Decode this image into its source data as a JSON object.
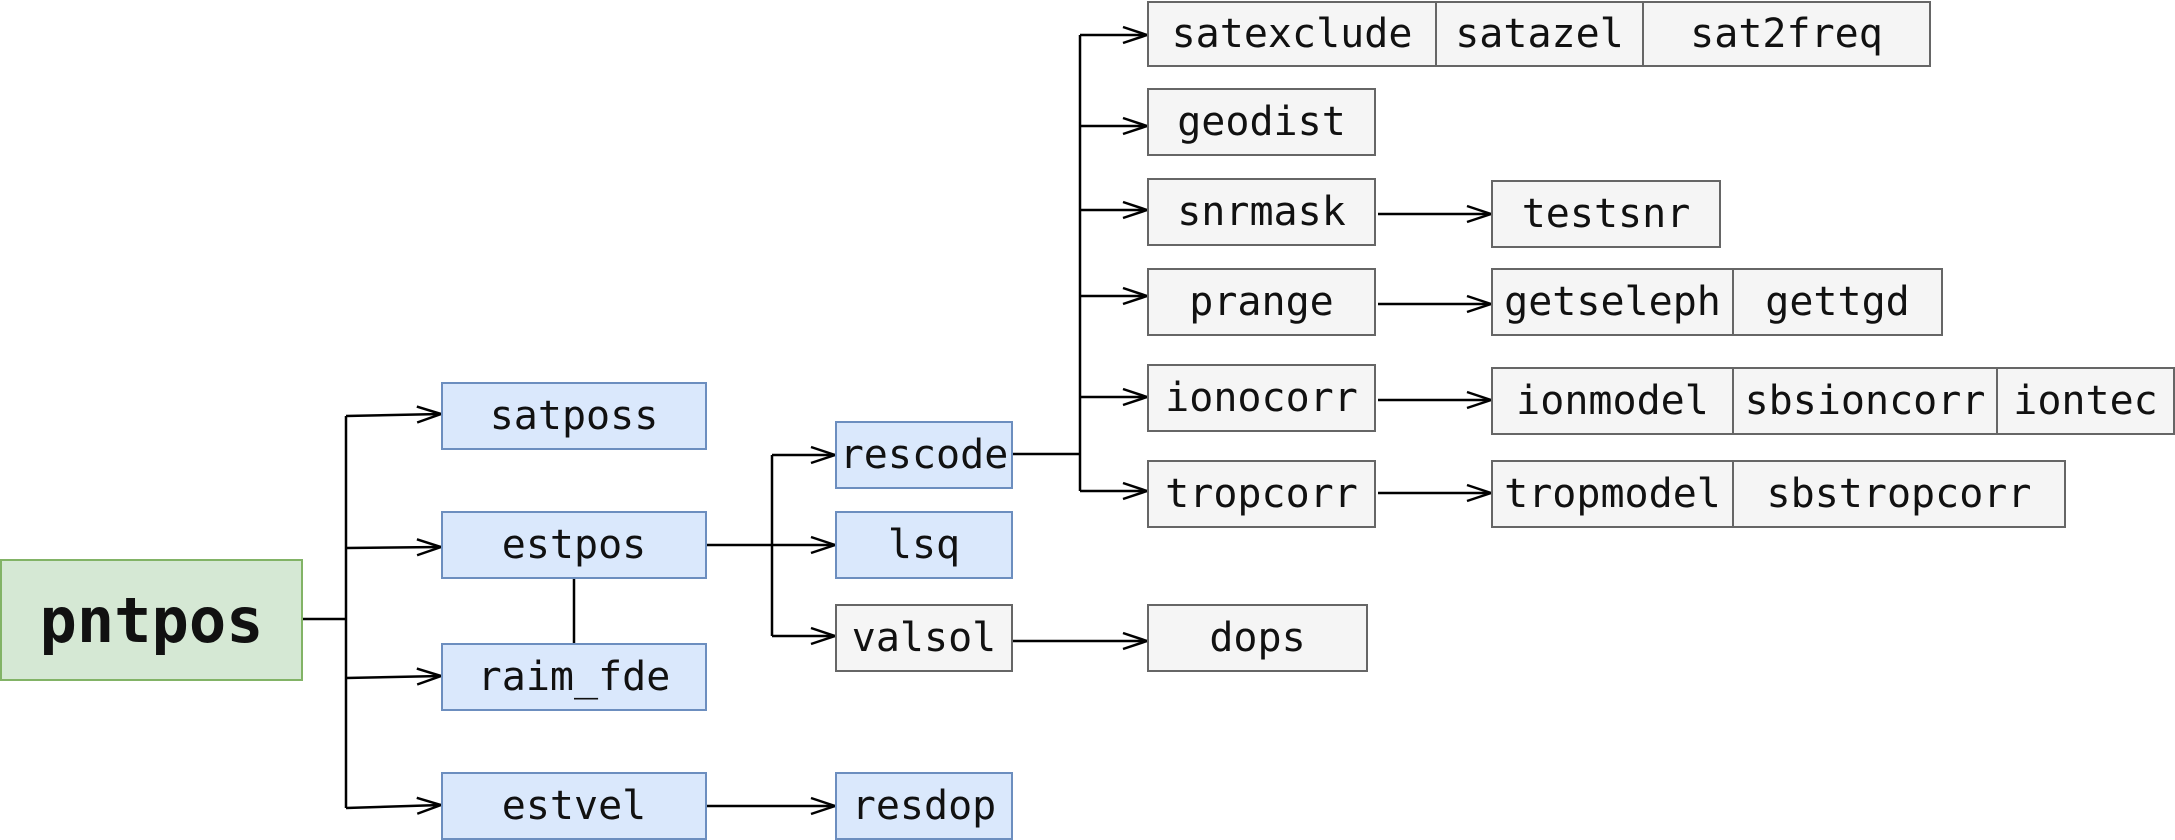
{
  "root": "pntpos",
  "level1": {
    "satposs": "satposs",
    "estpos": "estpos",
    "raim_fde": "raim_fde",
    "estvel": "estvel"
  },
  "level2": {
    "rescode": "rescode",
    "lsq": "lsq",
    "valsol": "valsol",
    "resdop": "resdop"
  },
  "level3": {
    "satexclude": "satexclude",
    "satazel": "satazel",
    "sat2freq": "sat2freq",
    "geodist": "geodist",
    "snrmask": "snrmask",
    "prange": "prange",
    "ionocorr": "ionocorr",
    "tropcorr": "tropcorr",
    "dops": "dops"
  },
  "level4": {
    "testsnr": "testsnr",
    "getseleph": "getseleph",
    "gettgd": "gettgd",
    "ionmodel": "ionmodel",
    "sbsioncorr": "sbsioncorr",
    "iontec": "iontec",
    "tropmodel": "tropmodel",
    "sbstropcorr": "sbstropcorr"
  },
  "colors": {
    "root_fill": "#d5e8d4",
    "root_border": "#82b366",
    "blue_fill": "#dae8fc",
    "blue_border": "#6c8ebf",
    "gray_fill": "#f5f5f5",
    "gray_border": "#666666"
  }
}
